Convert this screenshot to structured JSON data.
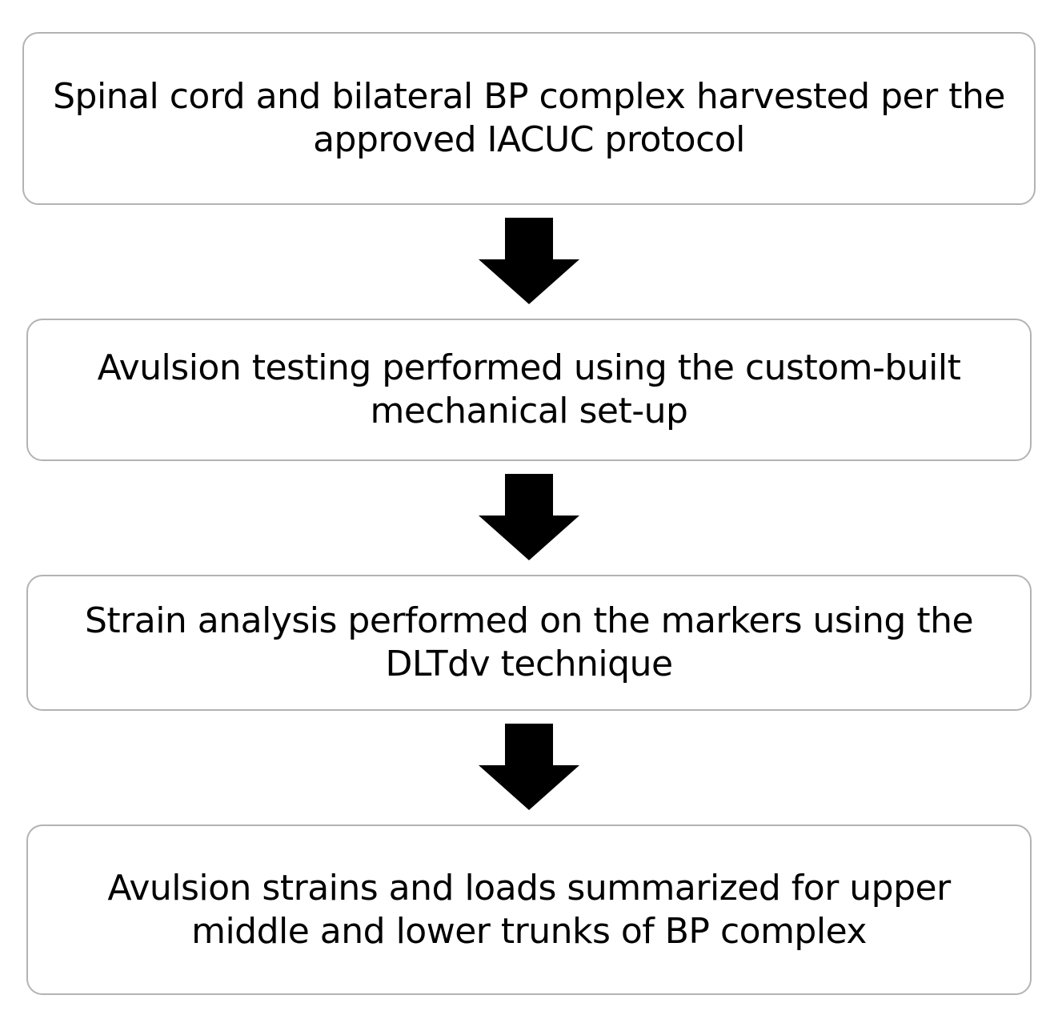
{
  "flow": {
    "steps": [
      {
        "text": "Spinal cord and bilateral BP complex harvested per the approved IACUC protocol"
      },
      {
        "text": "Avulsion testing performed using the custom-built mechanical set-up"
      },
      {
        "text": "Strain analysis performed on the markers using the DLTdv technique"
      },
      {
        "text": "Avulsion strains and loads summarized for upper middle and lower trunks of BP complex"
      }
    ],
    "arrow_color": "#000000",
    "box_border_color": "#b3b3b3",
    "arrow_icon": "down-arrow-icon"
  }
}
